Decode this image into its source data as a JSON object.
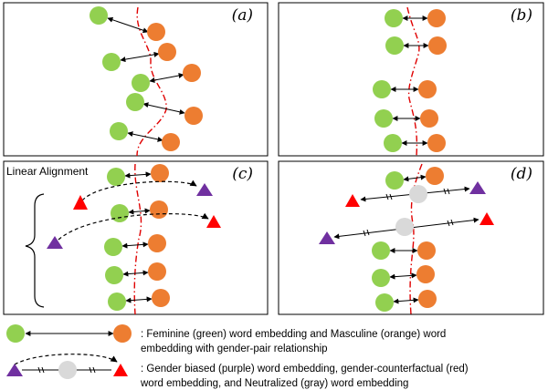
{
  "panels": [
    {
      "id": "a",
      "label": "(a)"
    },
    {
      "id": "b",
      "label": "(b)"
    },
    {
      "id": "c",
      "label": "(c)",
      "title": "Linear Alignment"
    },
    {
      "id": "d",
      "label": "(d)"
    }
  ],
  "legend": {
    "pair": {
      "line1": ": Feminine (green) word embedding and Masculine (orange) word",
      "line2": "embedding with gender-pair relationship"
    },
    "bias": {
      "line1": ": Gender biased (purple) word embedding, gender-counterfactual (red)",
      "line2": "word embedding, and Neutralized (gray) word embedding"
    }
  },
  "colors": {
    "feminine": "#92d050",
    "masculine": "#ed7d31",
    "biased": "#7030a0",
    "counterfactual": "#ff0000",
    "neutralized": "#d9d9d9",
    "boundary": "#e00000"
  }
}
